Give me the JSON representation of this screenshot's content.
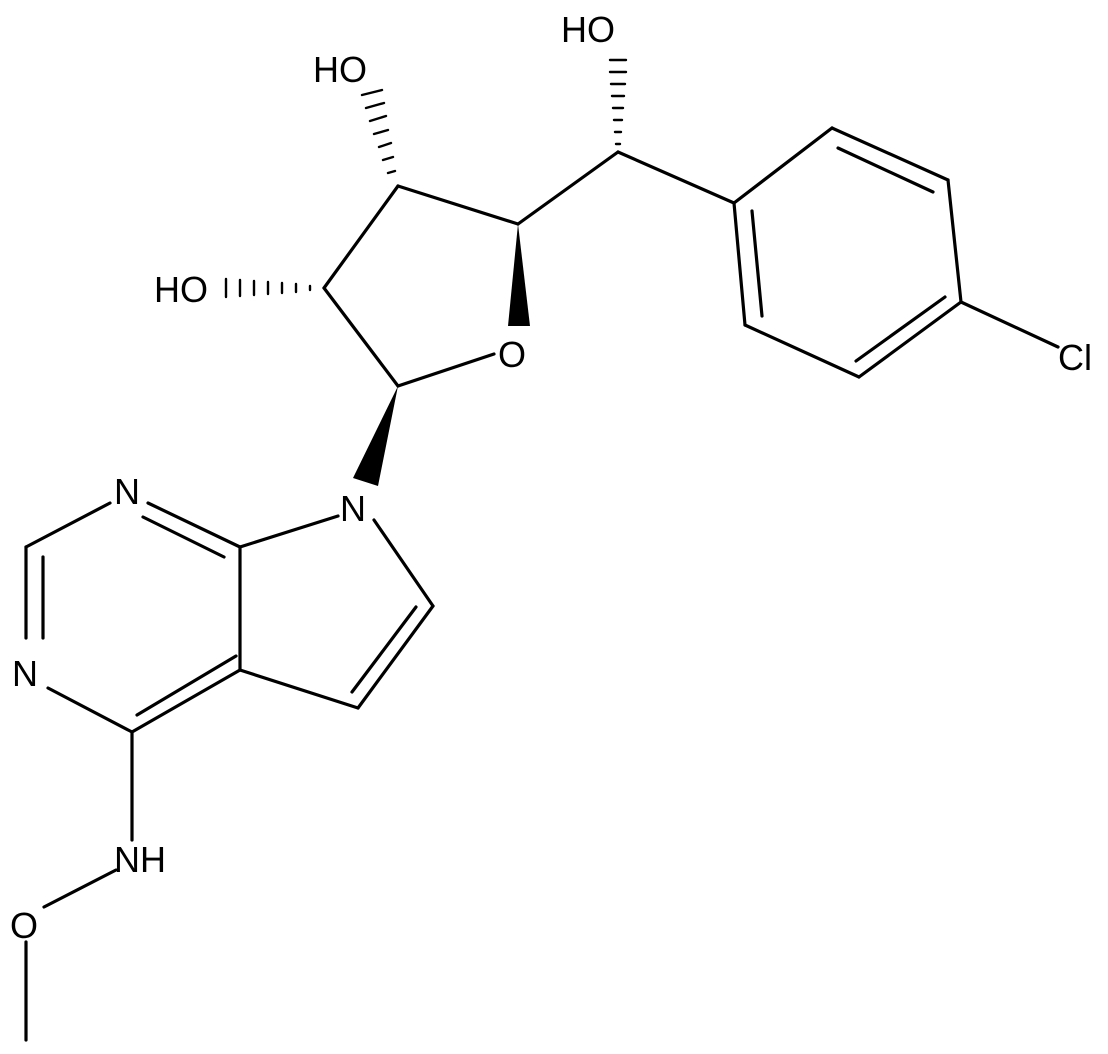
{
  "structure": {
    "labels": {
      "oh_top": "HO",
      "oh_mid": "HO",
      "oh_left": "HO",
      "ring_o": "O",
      "cl": "Cl",
      "n_top": "N",
      "n_left": "N",
      "n_pyrrole": "N",
      "nh": "NH",
      "o_methoxy": "O"
    },
    "colors": {
      "bond": "#000000",
      "background": "#ffffff"
    }
  }
}
